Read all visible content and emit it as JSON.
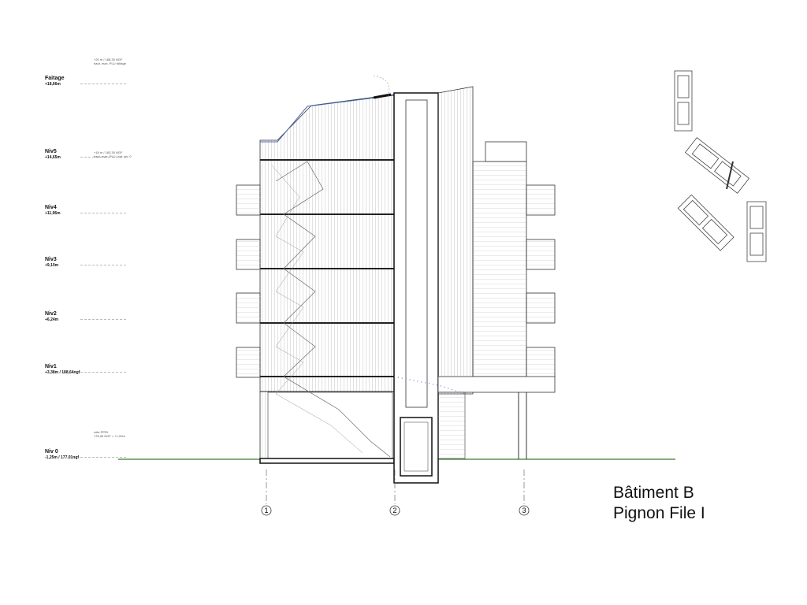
{
  "levels": [
    {
      "name": "Faitage",
      "value": "+18,66m"
    },
    {
      "name": "Niv5",
      "value": "+14,65m"
    },
    {
      "name": "Niv4",
      "value": "+11,96m"
    },
    {
      "name": "Niv3",
      "value": "+9,10m"
    },
    {
      "name": "Niv2",
      "value": "+6,24m"
    },
    {
      "name": "Niv1",
      "value": "+3,38m / 188,64ngf"
    },
    {
      "name": "Niv 0",
      "value": "-1,25m / 177,01ngf"
    }
  ],
  "notes": {
    "top": [
      "+20 m / 188,35 NGF",
      "haut. max. PLU faîtage"
    ],
    "mid": [
      "+18 m / 183,35 NGF",
      "haut. max. PLU / sol. niv. 0"
    ],
    "low": [
      "côte PPRI",
      "178,35 NGF = +1,00m"
    ]
  },
  "axes": [
    "1",
    "2",
    "3"
  ],
  "title": {
    "line1": "Bâtiment B",
    "line2": "Pignon File I"
  },
  "colors": {
    "ground": "#3a7d2e",
    "blueline": "#4466aa",
    "line": "#222222",
    "hatch": "#8a8a8a"
  }
}
